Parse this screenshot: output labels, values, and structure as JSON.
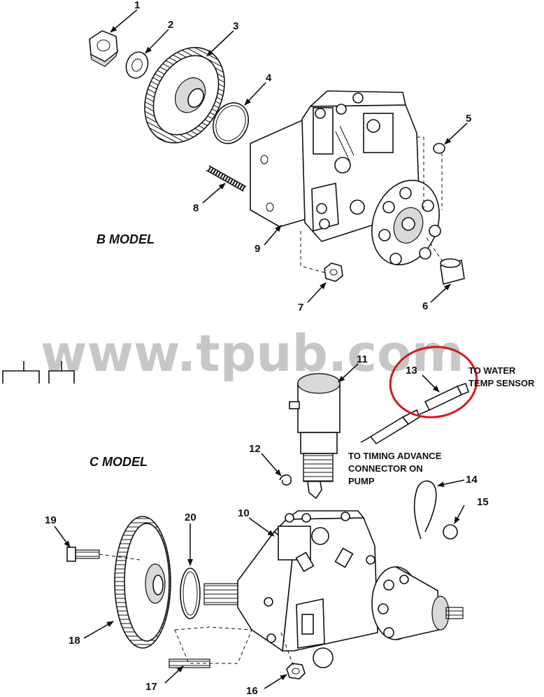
{
  "labels": {
    "b_model": "B MODEL",
    "c_model": "C MODEL",
    "to_water_temp_1": "TO WATER",
    "to_water_temp_2": "TEMP SENSOR",
    "timing_1": "TO TIMING ADVANCE",
    "timing_2": "CONNECTOR ON",
    "timing_3": "PUMP",
    "watermark": "www.tpub.com"
  },
  "callouts": {
    "c1": "1",
    "c2": "2",
    "c3": "3",
    "c4": "4",
    "c5": "5",
    "c6": "6",
    "c7": "7",
    "c8": "8",
    "c9": "9",
    "c10": "10",
    "c11": "11",
    "c12": "12",
    "c13": "13",
    "c14": "14",
    "c15": "15",
    "c16": "16",
    "c17": "17",
    "c18": "18",
    "c19": "19",
    "c20": "20"
  },
  "colors": {
    "line": "#111111",
    "highlight_circle": "#d6181c",
    "watermark": "#9a9a9a"
  }
}
